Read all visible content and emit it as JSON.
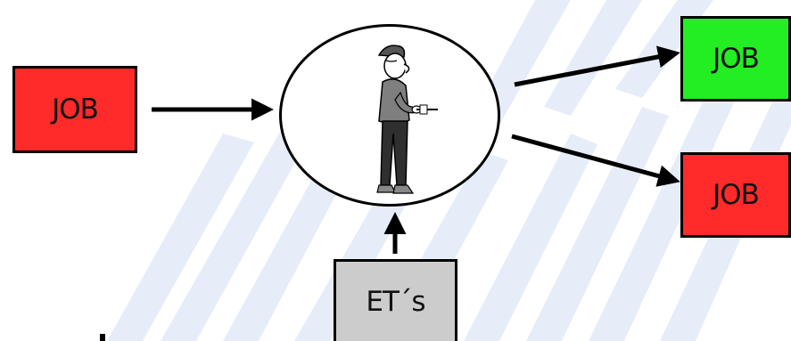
{
  "nodes": {
    "job_input": {
      "label": "JOB",
      "color": "#ff2a2a"
    },
    "job_ok": {
      "label": "JOB",
      "color": "#22ee22"
    },
    "job_reject": {
      "label": "JOB",
      "color": "#ff2a2a"
    },
    "et_box": {
      "label": "ET´s",
      "color": "#cccccc"
    }
  },
  "icons": {
    "worker": "worker-with-screwdriver-icon",
    "background": "diagonal-stripe-watermark"
  },
  "colors": {
    "stripe": "#e4ebf8",
    "arrow": "#000000"
  }
}
